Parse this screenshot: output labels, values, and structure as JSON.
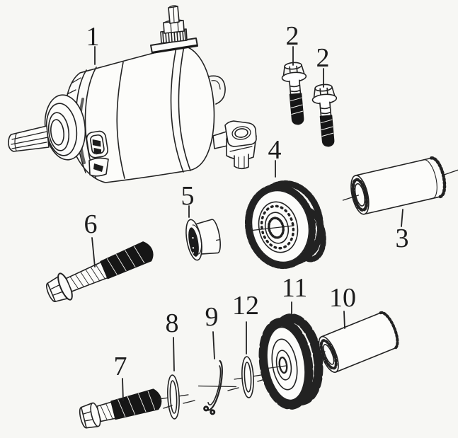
{
  "figure": {
    "kind": "exploded-parts-diagram",
    "background_color": "#f7f7f4",
    "ink_color": "#222222",
    "thread_fill_color": "#161616",
    "callouts": [
      {
        "text": "1"
      },
      {
        "text": "2"
      },
      {
        "text": "2"
      },
      {
        "text": "3"
      },
      {
        "text": "4"
      },
      {
        "text": "5"
      },
      {
        "text": "6"
      },
      {
        "text": "7"
      },
      {
        "text": "8"
      },
      {
        "text": "9"
      },
      {
        "text": "10"
      },
      {
        "text": "11"
      },
      {
        "text": "12"
      }
    ]
  }
}
